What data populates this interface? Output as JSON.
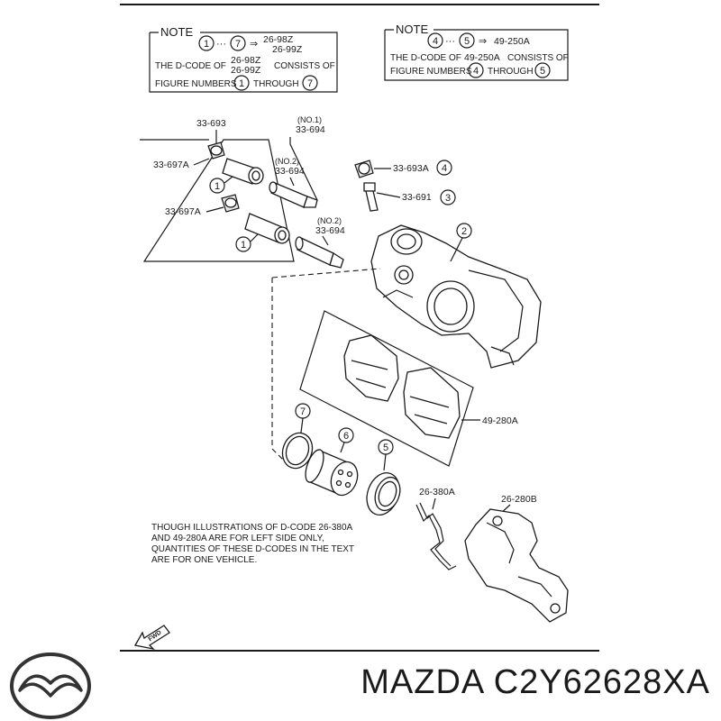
{
  "note1": {
    "title": "NOTE",
    "line1_from": "1",
    "line1_dots": "···",
    "line1_to": "7",
    "line1_arrow": "⇒",
    "line1_code_a": "26-98Z",
    "line1_code_b": "26-99Z",
    "line2_prefix": "THE D-CODE OF",
    "line2_code_a": "26-98Z",
    "line2_code_b": "26-99Z",
    "line2_suffix": "CONSISTS OF",
    "line3_prefix": "FIGURE NUMBERS",
    "line3_num_a": "1",
    "line3_mid": "THROUGH",
    "line3_num_b": "7"
  },
  "note2": {
    "title": "NOTE",
    "line1_from": "4",
    "line1_dots": "···",
    "line1_to": "5",
    "line1_arrow": "⇒",
    "line1_code": "49-250A",
    "line2_prefix": "THE D-CODE OF",
    "line2_code": "49-250A",
    "line2_suffix": "CONSISTS OF",
    "line3_prefix": "FIGURE NUMBERS",
    "line3_num_a": "4",
    "line3_mid": "THROUGH",
    "line3_num_b": "5"
  },
  "labels": {
    "l_33693": "33-693",
    "l_no1": "(NO.1)",
    "l_33694_a": "33-694",
    "l_no2_a": "(NO.2)",
    "l_33694_b": "33-694",
    "l_33697a_a": "33-697A",
    "l_33697a_b": "33-697A",
    "l_no2_b": "(NO.2)",
    "l_33694_c": "33-694",
    "l_33693a": "33-693A",
    "l_33693a_num": "4",
    "l_33691": "33-691",
    "l_33691_num": "3",
    "l_caliper_num": "2",
    "l_bushing_num_a": "1",
    "l_bushing_num_b": "1",
    "l_49280a": "49-280A",
    "l_seal_num": "7",
    "l_piston_num": "6",
    "l_boot_num": "5",
    "l_26380a": "26-380A",
    "l_26280b": "26-280B",
    "l_fwd": "FWD"
  },
  "footnote": [
    "THOUGH ILLUSTRATIONS OF D-CODE 26-380A",
    "AND 49-280A ARE FOR LEFT SIDE ONLY,",
    "QUANTITIES OF THESE D-CODES IN THE TEXT",
    "ARE FOR ONE VEHICLE."
  ],
  "footer": {
    "brand_part": "MAZDA C2Y62628XA"
  }
}
